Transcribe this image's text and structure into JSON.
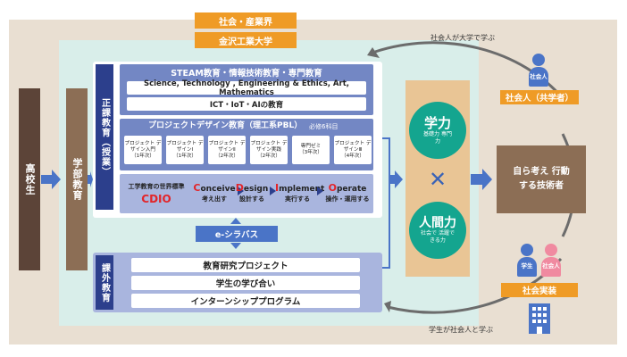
{
  "colors": {
    "beige": "#e9dfd2",
    "mint": "#d9eeea",
    "brown": "#5c4438",
    "orange": "#ef9b26",
    "navy": "#2c3f8c",
    "slate": "#7387c4",
    "lavender": "#a9b5de",
    "blue": "#4a74c7",
    "teal": "#14a58f",
    "darkbrown": "#8c6e55",
    "gray": "#6c6c6c"
  },
  "icons": [
    "person-icon",
    "building-icon",
    "arrow-right-icon",
    "cross-icon",
    "double-arrow-icon"
  ],
  "top": {
    "society_industry": "社会・産業界",
    "university": "金沢工業大学"
  },
  "left": {
    "high_school": "高校生",
    "faculty": "学部教育"
  },
  "curriculum": {
    "label": "正課教育（授業）",
    "steam_title": "STEAM教育・情報技術教育・専門教育",
    "steam_bar1": "Science, Technology , Engineering & Ethics, Art, Mathematics",
    "steam_bar2": "ICT・IoT・AIの教育",
    "pd_title": "プロジェクトデザイン教育（理工系PBL）",
    "pd_required": "必修6科目",
    "courses": [
      {
        "name": "プロジェクト デザイン入門",
        "year": "（1年次）"
      },
      {
        "name": "プロジェクト デザインⅠ",
        "year": "（1年次）"
      },
      {
        "name": "プロジェクト デザインⅡ",
        "year": "（2年次）"
      },
      {
        "name": "プロジェクト デザイン実践",
        "year": "（2年次）"
      },
      {
        "name": "専門ゼミ",
        "year": "（3年次）"
      },
      {
        "name": "プロジェクト デザインⅢ",
        "year": "（4年次）"
      }
    ],
    "cdio_caption": "工学教育の世界標準",
    "cdio_name": "CDIO",
    "cdio_steps": [
      {
        "initial": "C",
        "rest": "onceive",
        "jp": "考え出す"
      },
      {
        "initial": "D",
        "rest": "esign",
        "jp": "設計する"
      },
      {
        "initial": "I",
        "rest": "mplement",
        "jp": "実行する"
      },
      {
        "initial": "O",
        "rest": "perate",
        "jp": "操作・運用する"
      }
    ]
  },
  "esyllabus": "e-シラバス",
  "extracurricular": {
    "label": "課外教育",
    "items": [
      "教育研究プロジェクト",
      "学生の学び合い",
      "インターンシッププログラム"
    ]
  },
  "abilities": {
    "gakuryoku": "学力",
    "gakuryoku_sub": "基礎力 専門力",
    "cross": "✕",
    "ningenryoku": "人間力",
    "ningenryoku_sub": "社会で 活躍できる力"
  },
  "result": "自ら考え 行動する技術者",
  "right": {
    "person_label": "社会人",
    "coresearcher": "社会人（共学者）",
    "student_label": "学生",
    "person2_label": "社会人",
    "practice": "社会実装"
  },
  "arc": {
    "top_text": "社会人が大学で学ぶ",
    "bottom_text": "学生が社会人と学ぶ"
  }
}
